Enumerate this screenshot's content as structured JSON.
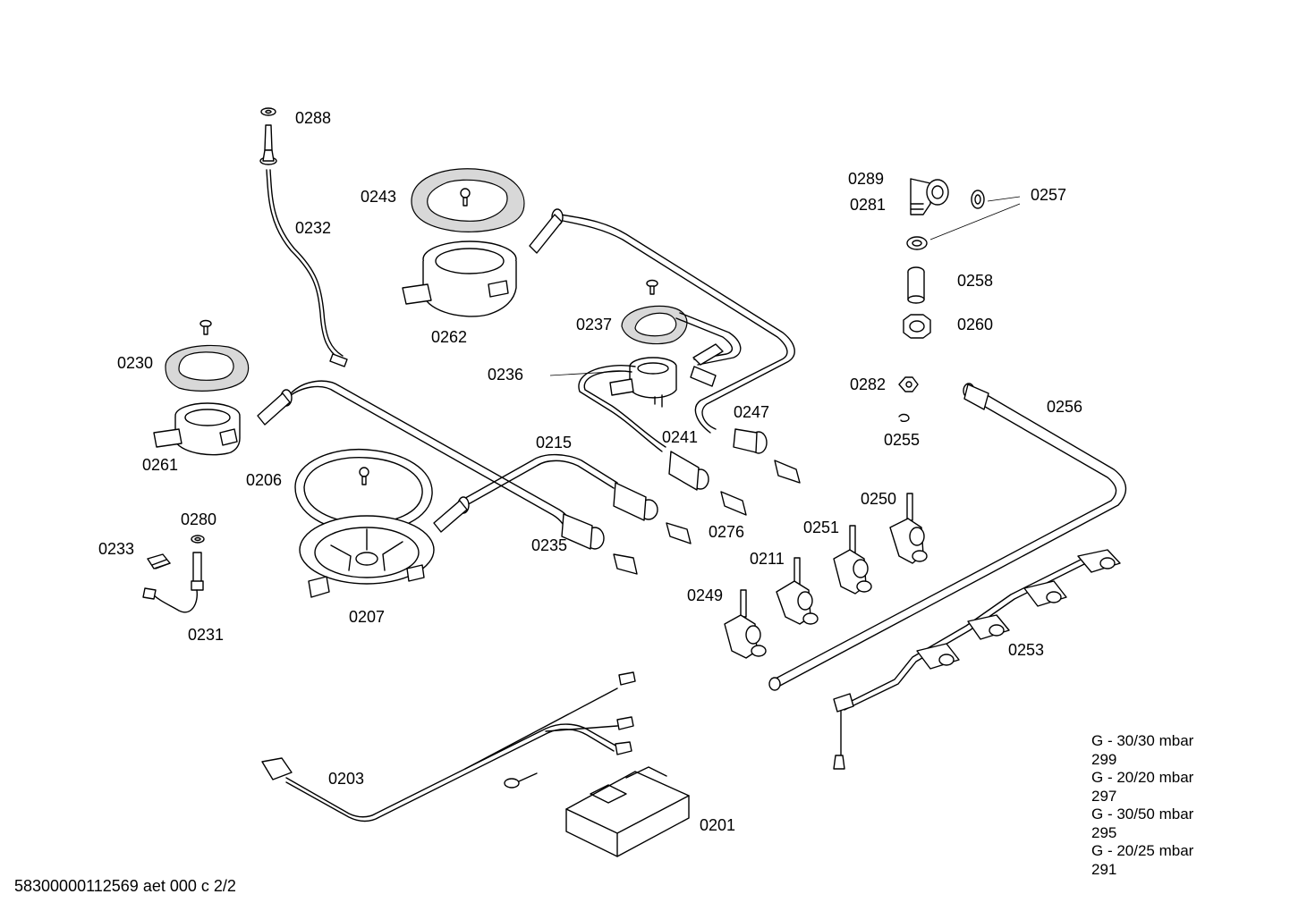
{
  "labels": {
    "l0288": "0288",
    "l0232": "0232",
    "l0243": "0243",
    "l0262": "0262",
    "l0230": "0230",
    "l0261": "0261",
    "l0206": "0206",
    "l0207": "0207",
    "l0280": "0280",
    "l0233": "0233",
    "l0231": "0231",
    "l0237": "0237",
    "l0236": "0236",
    "l0247": "0247",
    "l0241": "0241",
    "l0215": "0215",
    "l0235": "0235",
    "l0276": "0276",
    "l0289": "0289",
    "l0281": "0281",
    "l0257": "0257",
    "l0258": "0258",
    "l0260": "0260",
    "l0282": "0282",
    "l0255": "0255",
    "l0256": "0256",
    "l0250": "0250",
    "l0251": "0251",
    "l0211": "0211",
    "l0249": "0249",
    "l0253": "0253",
    "l0203": "0203",
    "l0201": "0201"
  },
  "legend": [
    "G - 30/30 mbar",
    "299",
    "G - 20/20 mbar",
    "297",
    "G - 30/50 mbar",
    "295",
    "G - 20/25 mbar",
    "291"
  ],
  "footer": "58300000112569 aet 000 c 2/2"
}
